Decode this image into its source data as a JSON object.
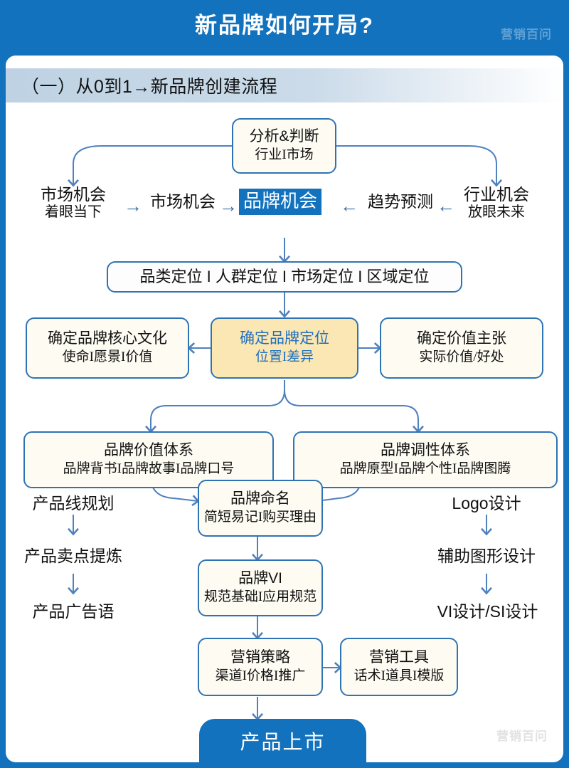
{
  "header": {
    "title": "新品牌如何开局?",
    "watermark": "营销百问",
    "bg_color": "#1272bd"
  },
  "section": {
    "label": "（一）从0到1→新品牌创建流程"
  },
  "footer": {
    "watermark": "营销百问"
  },
  "colors": {
    "brand_blue": "#1272bd",
    "border_blue": "#2e74b5",
    "connector_blue": "#4f81bd",
    "accent_yellow": "#fbe7b4",
    "box_cream": "#fdfbf2",
    "section_bar": "#c3d5e6"
  },
  "chart_data": {
    "type": "diagram",
    "title": "新品牌创建流程",
    "nodes": [
      {
        "id": "analysis",
        "title": "分析&判断",
        "subtitle": "行业I市场",
        "style": "box"
      },
      {
        "id": "market-op-left",
        "title": "市场机会",
        "subtitle": "着眼当下",
        "style": "plain"
      },
      {
        "id": "market-op-2",
        "title": "市场机会",
        "subtitle": "",
        "style": "plain"
      },
      {
        "id": "brand-op",
        "title": "品牌机会",
        "subtitle": "",
        "style": "chip"
      },
      {
        "id": "trend",
        "title": "趋势预测",
        "subtitle": "",
        "style": "plain"
      },
      {
        "id": "industry-op",
        "title": "行业机会",
        "subtitle": "放眼未来",
        "style": "plain"
      },
      {
        "id": "positioning",
        "title": "品类定位 I 人群定位 I 市场定位 I 区域定位",
        "subtitle": "",
        "style": "box"
      },
      {
        "id": "core-culture",
        "title": "确定品牌核心文化",
        "subtitle": "使命I愿景I价值",
        "style": "box"
      },
      {
        "id": "brand-position",
        "title": "确定品牌定位",
        "subtitle": "位置I差异",
        "style": "accent"
      },
      {
        "id": "value-prop",
        "title": "确定价值主张",
        "subtitle": "实际价值/好处",
        "style": "box"
      },
      {
        "id": "value-system",
        "title": "品牌价值体系",
        "subtitle": "品牌背书I品牌故事I品牌口号",
        "style": "box"
      },
      {
        "id": "tonality",
        "title": "品牌调性体系",
        "subtitle": "品牌原型I品牌个性I品牌图腾",
        "style": "box"
      },
      {
        "id": "product-line",
        "title": "产品线规划",
        "subtitle": "",
        "style": "plain"
      },
      {
        "id": "selling-point",
        "title": "产品卖点提炼",
        "subtitle": "",
        "style": "plain"
      },
      {
        "id": "ad-slogan",
        "title": "产品广告语",
        "subtitle": "",
        "style": "plain"
      },
      {
        "id": "naming",
        "title": "品牌命名",
        "subtitle": "简短易记I购买理由",
        "style": "box"
      },
      {
        "id": "brand-vi",
        "title": "品牌VI",
        "subtitle": "规范基础I应用规范",
        "style": "box"
      },
      {
        "id": "logo-design",
        "title": "Logo设计",
        "subtitle": "",
        "style": "plain"
      },
      {
        "id": "aux-graphic",
        "title": "辅助图形设计",
        "subtitle": "",
        "style": "plain"
      },
      {
        "id": "vi-si-design",
        "title": "VI设计/SI设计",
        "subtitle": "",
        "style": "plain"
      },
      {
        "id": "marketing-strategy",
        "title": "营销策略",
        "subtitle": "渠道I价格I推广",
        "style": "box"
      },
      {
        "id": "marketing-tools",
        "title": "营销工具",
        "subtitle": "话术I道具I模版",
        "style": "box"
      },
      {
        "id": "launch",
        "title": "产品上市",
        "subtitle": "",
        "style": "pill"
      }
    ],
    "edges": [
      {
        "from": "analysis",
        "to": "market-op-left"
      },
      {
        "from": "analysis",
        "to": "industry-op"
      },
      {
        "from": "market-op-left",
        "to": "market-op-2"
      },
      {
        "from": "market-op-2",
        "to": "brand-op"
      },
      {
        "from": "industry-op",
        "to": "trend"
      },
      {
        "from": "trend",
        "to": "brand-op"
      },
      {
        "from": "brand-op",
        "to": "positioning"
      },
      {
        "from": "positioning",
        "to": "brand-position"
      },
      {
        "from": "brand-position",
        "to": "core-culture"
      },
      {
        "from": "brand-position",
        "to": "value-prop"
      },
      {
        "from": "brand-position",
        "to": "value-system"
      },
      {
        "from": "brand-position",
        "to": "tonality"
      },
      {
        "from": "value-system",
        "to": "product-line"
      },
      {
        "from": "value-system",
        "to": "naming"
      },
      {
        "from": "tonality",
        "to": "naming"
      },
      {
        "from": "tonality",
        "to": "logo-design"
      },
      {
        "from": "product-line",
        "to": "selling-point"
      },
      {
        "from": "selling-point",
        "to": "ad-slogan"
      },
      {
        "from": "naming",
        "to": "brand-vi"
      },
      {
        "from": "logo-design",
        "to": "aux-graphic"
      },
      {
        "from": "aux-graphic",
        "to": "vi-si-design"
      },
      {
        "from": "brand-vi",
        "to": "marketing-strategy"
      },
      {
        "from": "marketing-strategy",
        "to": "marketing-tools"
      },
      {
        "from": "marketing-strategy",
        "to": "launch"
      }
    ]
  },
  "arrows": {
    "right": "→",
    "left": "←"
  }
}
